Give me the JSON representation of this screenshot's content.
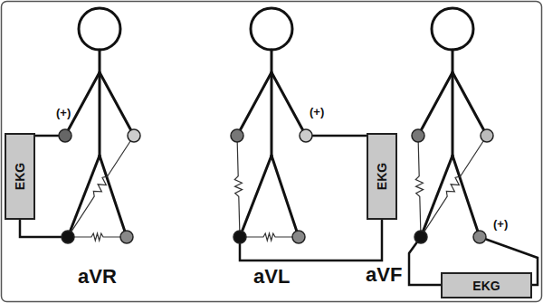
{
  "diagram": {
    "nodes": [
      {
        "text": [
          "EKG"
        ]
      },
      {
        "text": [
          "EKG"
        ]
      },
      {
        "text": [
          "EKG"
        ]
      }
    ],
    "labels": [
      "(+)",
      "aVR",
      "(+)",
      "aVL",
      "(+)",
      "aVF"
    ]
  }
}
